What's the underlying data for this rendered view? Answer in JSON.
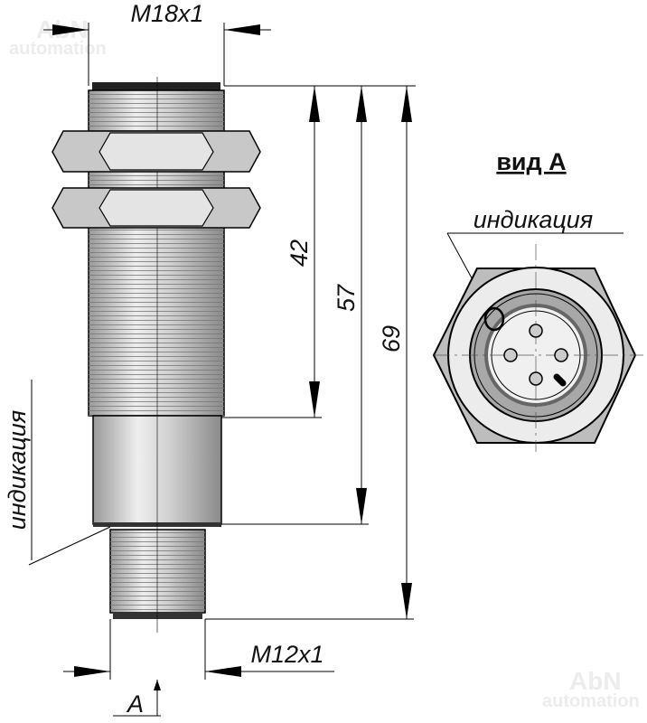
{
  "watermark": {
    "brand": "AbN",
    "sub": "automation"
  },
  "dimensions": {
    "thread_top": "M18x1",
    "thread_bottom": "M12x1",
    "len_thread": "42",
    "len_body": "57",
    "len_total": "69"
  },
  "view_marker": "A",
  "view_title": "вид А",
  "indication_label": "индикация",
  "indication_label_side": "индикация"
}
